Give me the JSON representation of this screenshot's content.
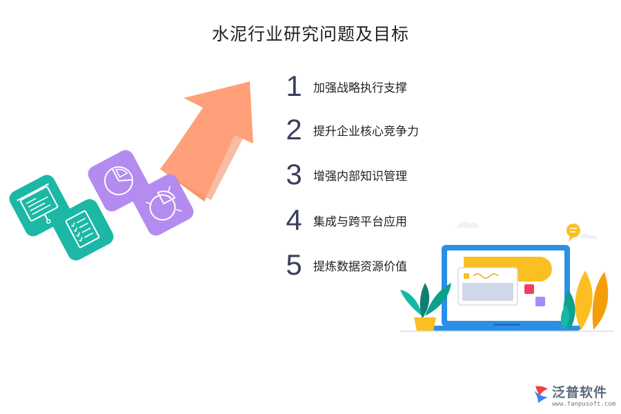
{
  "title": "水泥行业研究问题及目标",
  "items": [
    {
      "number": "1",
      "label": "加强战略执行支撑"
    },
    {
      "number": "2",
      "label": "提升企业核心竞争力"
    },
    {
      "number": "3",
      "label": "增强内部知识管理"
    },
    {
      "number": "4",
      "label": "集成与跨平台应用"
    },
    {
      "number": "5",
      "label": "提炼数据资源价值"
    }
  ],
  "brand": {
    "name": "泛普软件",
    "url": "www.fanpusoft.com"
  },
  "colors": {
    "teal": "#1cb8a5",
    "purple": "#b48cf0",
    "arrow": "#ffa07a",
    "laptop": "#2b8fe6",
    "yellow": "#fbbf24",
    "number": "#3b3f5c"
  },
  "icons": [
    "presentation-board-icon",
    "checklist-icon",
    "pie-chart-icon",
    "pie-chart-split-icon",
    "laptop-icon",
    "chat-bubble-icon",
    "plant-icon"
  ]
}
